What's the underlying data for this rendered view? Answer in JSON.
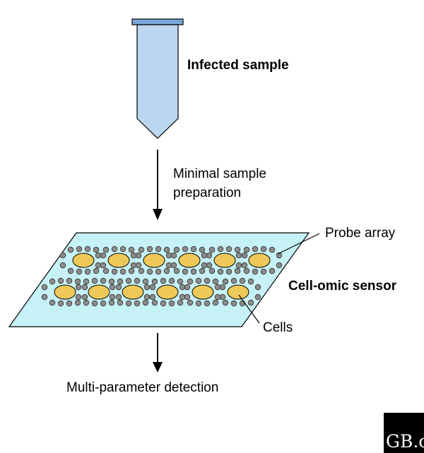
{
  "labels": {
    "sample": "Infected sample",
    "step1": "Minimal sample",
    "step2": "preparation",
    "probe_array": "Probe array",
    "sensor": "Cell-omic sensor",
    "cells": "Cells",
    "detection": "Multi-parameter detection"
  },
  "logo": {
    "text": "GB.c"
  },
  "colors": {
    "tube_fill": "#bcd6f2",
    "tube_cap": "#7ba8dc",
    "sensor_fill": "#c6f2f7",
    "cell_fill": "#eec95a",
    "probe_fill": "#8c8c8c"
  }
}
